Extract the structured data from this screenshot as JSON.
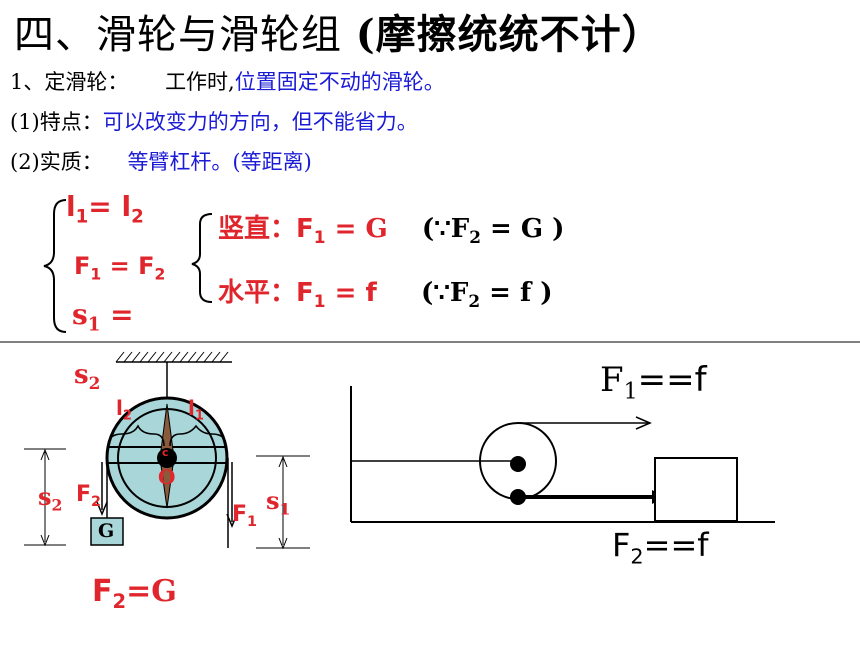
{
  "title": {
    "main": "四、滑轮与滑轮组",
    "sub": "(摩擦统统不计）"
  },
  "fixed_pulley": {
    "heading": "1、定滑轮：",
    "work_prefix": "工作时,",
    "definition": "位置固定不动的滑轮。"
  },
  "feature": {
    "label": "(1)特点：",
    "text": "可以改变力的方向，但不能省力。"
  },
  "essence": {
    "label": "(2)实质：",
    "text": "等臂杠杆。(等距离)"
  },
  "equations": {
    "l1_eq_l2": {
      "l": "l",
      "s1": "1",
      "eq": "= ",
      "l2": "l",
      "s2": "2"
    },
    "f1_eq_f2": {
      "f": "F",
      "s1": "1",
      "eq": " =  ",
      "f2": "F",
      "s2": "2"
    },
    "s1_eq": {
      "s": "s",
      "sub": "1",
      "eq": " ="
    },
    "vertical": {
      "label": "竖直：",
      "F": "F",
      "sub": "1",
      "eq": " =  ",
      "val": "G",
      "because_open": "(∵F",
      "because_sub": "2",
      "because_eq": " =  G )"
    },
    "horizontal": {
      "label": "水平：",
      "F": "F",
      "sub": "1",
      "eq": " = ",
      "val": "f",
      "because_open": "(∵F",
      "because_sub": "2",
      "because_eq": " = f )"
    }
  },
  "left_diagram": {
    "s2_top": "s",
    "s2_top_sub": "2",
    "l2": "l",
    "l2_sub": "2",
    "l1": "l",
    "l1_sub": "1",
    "center_c": "c",
    "center_o": "O",
    "s2_side": "s",
    "s2_side_sub": "2",
    "f2": "F",
    "f2_sub": "2",
    "g_box": "G",
    "f1": "F",
    "f1_sub": "1",
    "s1_side": "s",
    "s1_side_sub": "1",
    "result": "F",
    "result_sub": "2",
    "result_eq": "=G"
  },
  "right_diagram": {
    "f1_label": "F",
    "f1_sub": "1",
    "f1_eq": "==f",
    "f2_label": "F",
    "f2_sub": "2",
    "f2_eq": "==f"
  },
  "colors": {
    "blue": "#1b1bd6",
    "red": "#e0262d",
    "wheel": "#a9d6d8"
  }
}
